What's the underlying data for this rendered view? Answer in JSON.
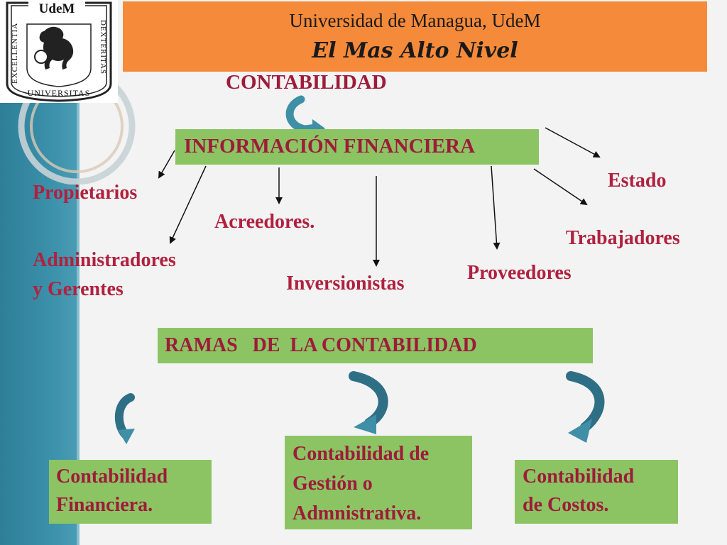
{
  "header": {
    "title": "Universidad de Managua,  UdeM",
    "subtitle": "El Mas Alto Nivel",
    "bar_color": "#f58a3a"
  },
  "logo": {
    "acronym": "UdeM",
    "left_text": "EXCELLENTIA",
    "right_text": "DEXTERITAS",
    "bottom_text": "UNIVERSITAS"
  },
  "diagram": {
    "root": "CONTABILIDAD",
    "info_box": "INFORMACIÓN FINANCIERA",
    "users": {
      "propietarios": "Propietarios",
      "administradores_line1": "Administradores",
      "administradores_line2": "y Gerentes",
      "acreedores": "Acreedores.",
      "inversionistas": "Inversionistas",
      "proveedores": "Proveedores",
      "trabajadores": "Trabajadores",
      "estado": "Estado"
    },
    "ramas_box": "RAMAS   DE  LA CONTABILIDAD",
    "branches": {
      "financiera_line1": "Contabilidad",
      "financiera_line2": "Financiera.",
      "gestion_line1": "Contabilidad de",
      "gestion_line2": "Gestión o",
      "gestion_line3": "Admnistrativa.",
      "costos_line1": "Contabilidad",
      "costos_line2": "de Costos."
    }
  },
  "colors": {
    "box_green": "#8cc464",
    "text_maroon": "#9e1b3a",
    "side_band": "#3a8fa9",
    "arrow_teal": "#3f8fa6"
  }
}
